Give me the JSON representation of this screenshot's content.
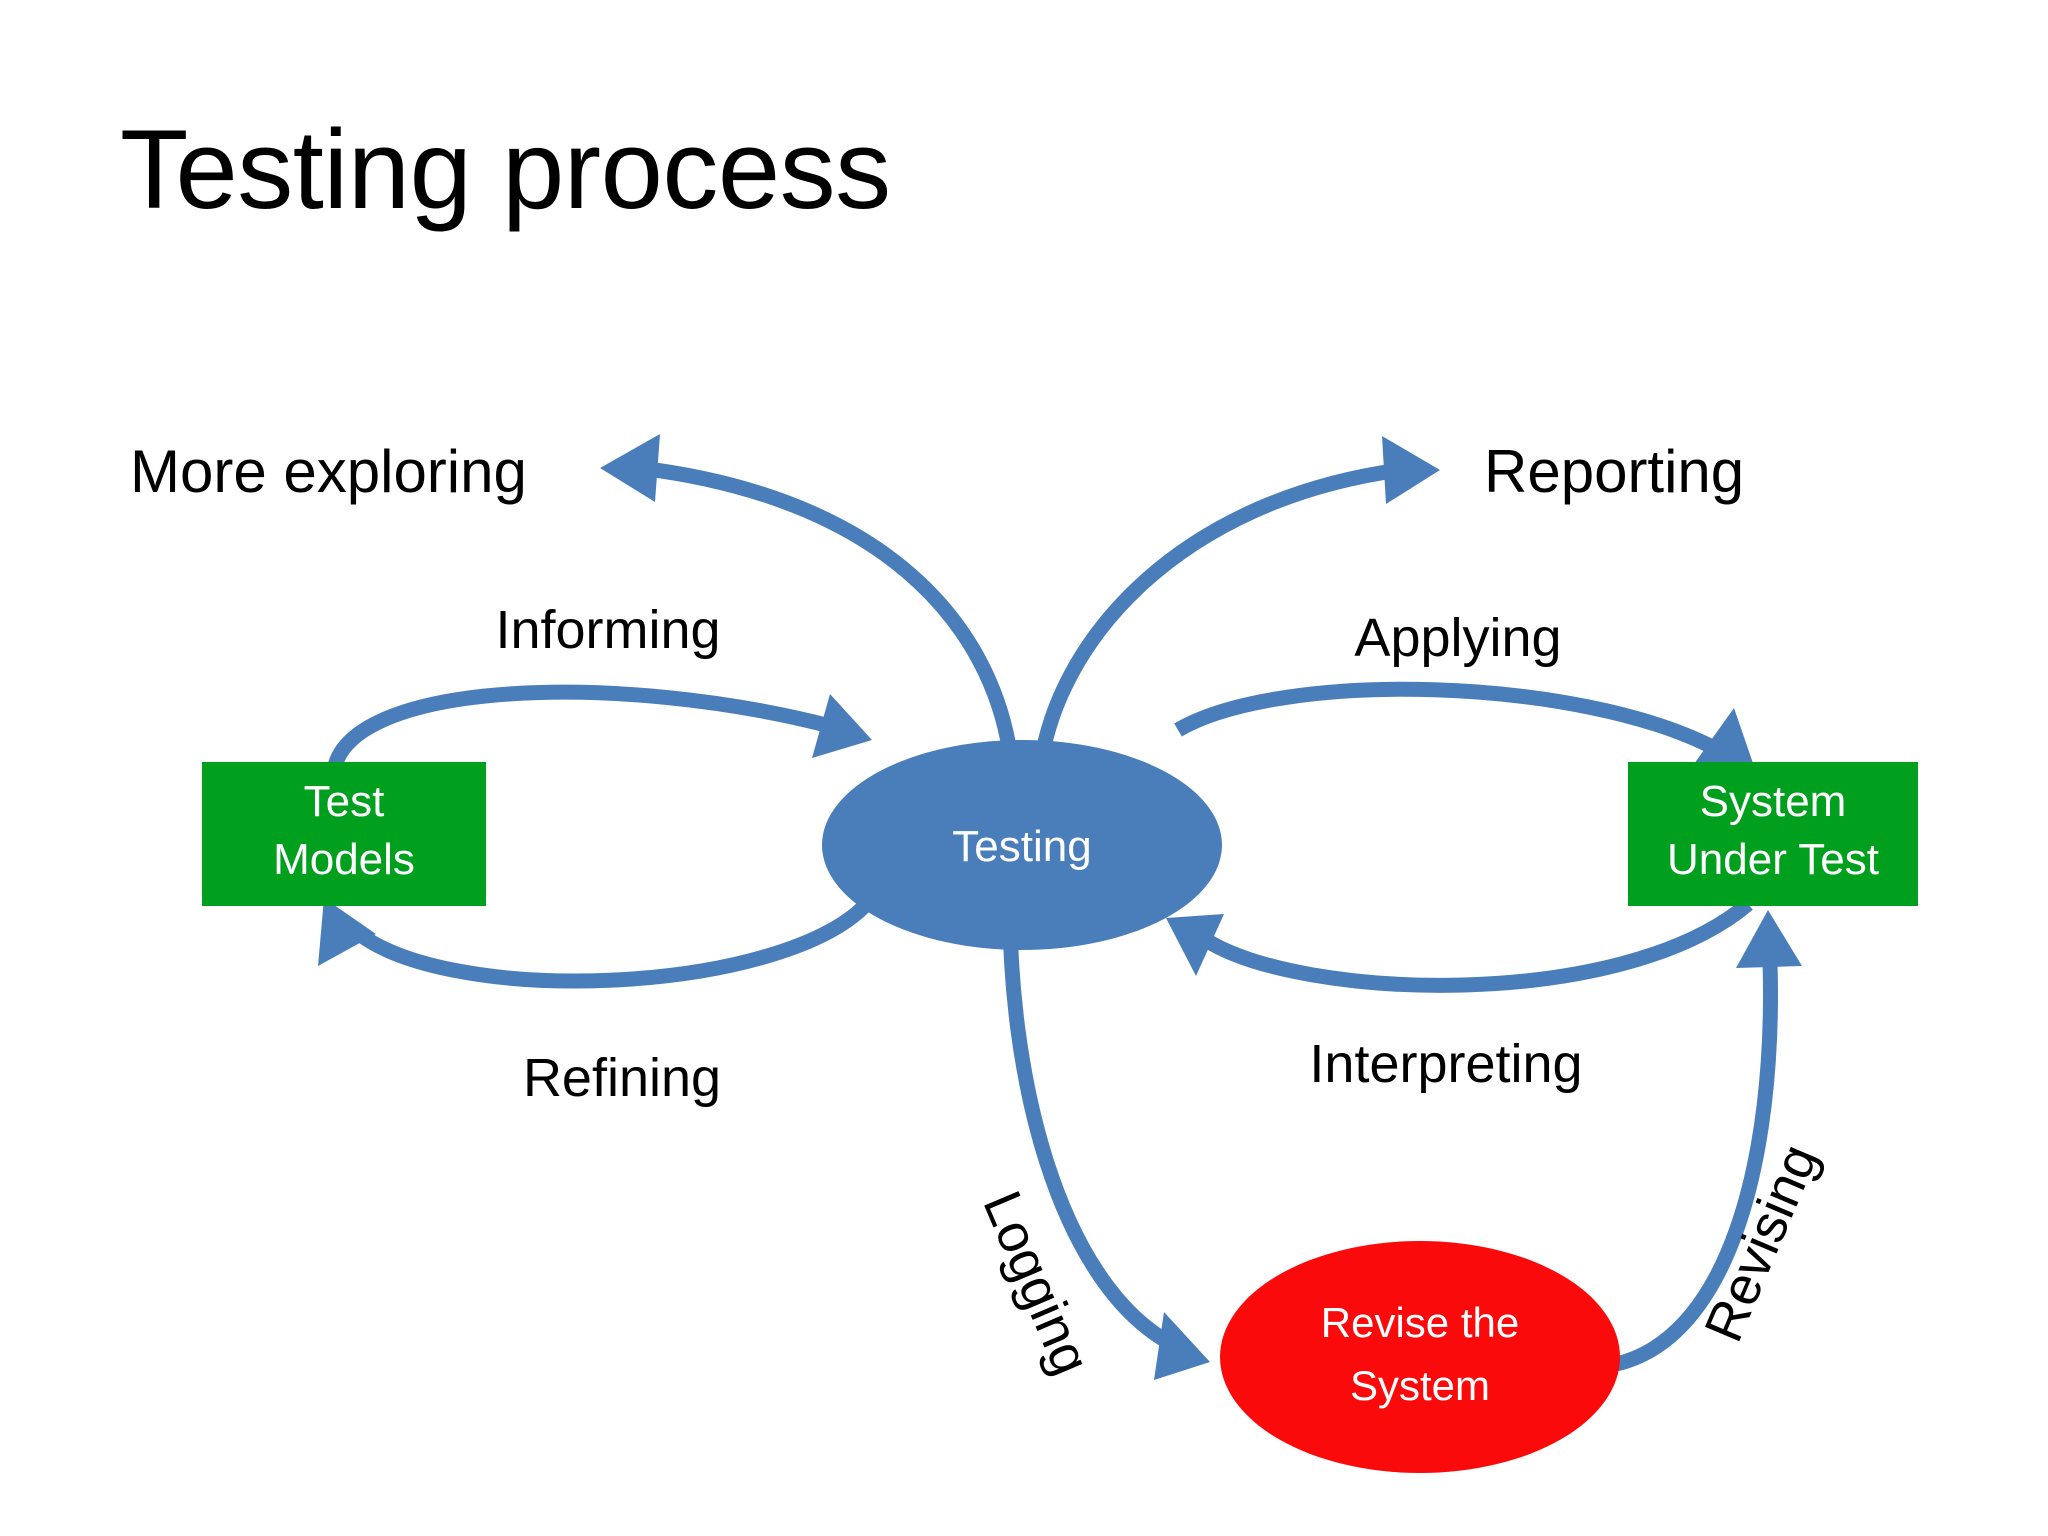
{
  "slide": {
    "title": "Testing process",
    "background_color": "#ffffff"
  },
  "colors": {
    "arrow_blue": "#4A7EBB",
    "node_blue": "#4A7EBB",
    "node_green": "#00A01E",
    "node_red": "#FA0A0A",
    "node_text": "#ffffff",
    "label_text": "#000000"
  },
  "diagram": {
    "type": "process-cycle",
    "nodes": [
      {
        "id": "test-models",
        "label_lines": [
          "Test",
          "Models"
        ],
        "shape": "rectangle",
        "color": "#00A01E"
      },
      {
        "id": "testing",
        "label_lines": [
          "Testing"
        ],
        "shape": "ellipse",
        "color": "#4A7EBB"
      },
      {
        "id": "system-under-test",
        "label_lines": [
          "System",
          "Under Test"
        ],
        "shape": "rectangle",
        "color": "#00A01E"
      },
      {
        "id": "revise-the-system",
        "label_lines": [
          "Revise the",
          "System"
        ],
        "shape": "ellipse",
        "color": "#FA0A0A"
      }
    ],
    "endpoints": [
      {
        "id": "more-exploring",
        "label": "More exploring"
      },
      {
        "id": "reporting",
        "label": "Reporting"
      }
    ],
    "edges": [
      {
        "id": "informing",
        "label": "Informing",
        "from": "test-models",
        "to": "testing"
      },
      {
        "id": "refining",
        "label": "Refining",
        "from": "testing",
        "to": "test-models"
      },
      {
        "id": "applying",
        "label": "Applying",
        "from": "testing",
        "to": "system-under-test"
      },
      {
        "id": "interpreting",
        "label": "Interpreting",
        "from": "system-under-test",
        "to": "testing"
      },
      {
        "id": "logging",
        "label": "Logging",
        "from": "testing",
        "to": "revise-the-system"
      },
      {
        "id": "revising",
        "label": "Revising",
        "from": "revise-the-system",
        "to": "system-under-test"
      },
      {
        "id": "more-exploring-edge",
        "label": "",
        "from": "testing",
        "to": "more-exploring"
      },
      {
        "id": "reporting-edge",
        "label": "",
        "from": "testing",
        "to": "reporting"
      }
    ]
  }
}
